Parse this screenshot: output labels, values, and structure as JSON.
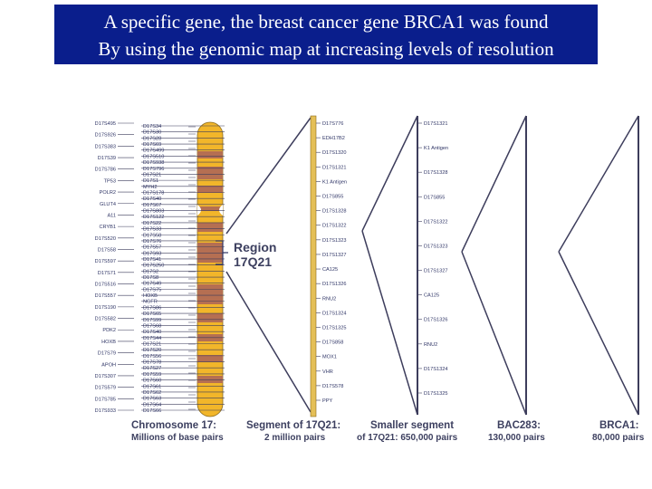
{
  "title": {
    "line1": "A specific gene, the breast cancer gene BRCA1 was found",
    "line2": "By using the genomic map at increasing levels of resolution"
  },
  "region_label": {
    "line1": "Region",
    "line2": "17Q21"
  },
  "captions": [
    {
      "line1": "Chromosome 17:",
      "line2": "Millions of base pairs"
    },
    {
      "line1": "Segment of 17Q21:",
      "line2": "2 million pairs"
    },
    {
      "line1": "Smaller segment",
      "line2": "of 17Q21: 650,000 pairs"
    },
    {
      "line1": "BAC283:",
      "line2": "130,000 pairs"
    },
    {
      "line1": "BRCA1:",
      "line2": "80,000 pairs"
    }
  ],
  "left_genes": [
    "D17S495",
    "D17S926",
    "D17S383",
    "D17S39",
    "D17S786",
    "TP53",
    "POLR2",
    "GLUT4",
    "A11",
    "CRYB1",
    "D17S520",
    "D17S58",
    "D17S597",
    "D17S71",
    "D17S516",
    "D17S557",
    "D17S190",
    "D17S582",
    "PDK2",
    "HOXB",
    "D17S79",
    "APOH",
    "D17S307",
    "D17S579",
    "D17S785",
    "D17S933"
  ],
  "chrom_markers_right": [
    "D17S34",
    "D17S30",
    "D17S28",
    "D17S69",
    "D17S499",
    "D17S510",
    "D17S938",
    "D17S796",
    "D17S21",
    "D17S1",
    "MYH2",
    "D17S178",
    "D17S40",
    "D17S67",
    "D17S803",
    "D17S122",
    "D17S22",
    "D17S33",
    "D17S58",
    "D17S76",
    "D17S57",
    "D17S93",
    "D17S41",
    "D17S250",
    "D17S2",
    "D17S8",
    "D17S49",
    "D17S75",
    "HOXB",
    "NGFR",
    "D17S86",
    "D17S65",
    "D17S99",
    "D17S68",
    "D17S40",
    "D17S44",
    "D17S21",
    "D17S20",
    "D17S56",
    "D17S78",
    "D17S27",
    "D17S59",
    "D17S60",
    "D17S61",
    "D17S62",
    "D17S63",
    "D17S64",
    "D17S66"
  ],
  "segment_markers": [
    "D17S776",
    "EDH17B2",
    "D17S1320",
    "D17S1321",
    "K1 Antigen",
    "D17S855",
    "D17S1328",
    "D17S1322",
    "D17S1323",
    "D17S1327",
    "CA125",
    "D17S1326",
    "RNU2",
    "D17S1324",
    "D17S1325",
    "D17S858",
    "MOX1",
    "VHR",
    "D17S578",
    "PPY"
  ],
  "smaller_segment_markers": [
    "D17S1321",
    "K1 Antigen",
    "D17S1328",
    "D17S855",
    "D17S1322",
    "D17S1323",
    "D17S1327",
    "CA125",
    "D17S1326",
    "RNU2",
    "D17S1324",
    "D17S1325"
  ],
  "colors": {
    "title_bg": "#0a1e8c",
    "chromosome_yellow": "#f2b62a",
    "chromosome_band": "#b56f52",
    "line_color": "#3d3d5c",
    "segment_line": "#e4bf57"
  }
}
